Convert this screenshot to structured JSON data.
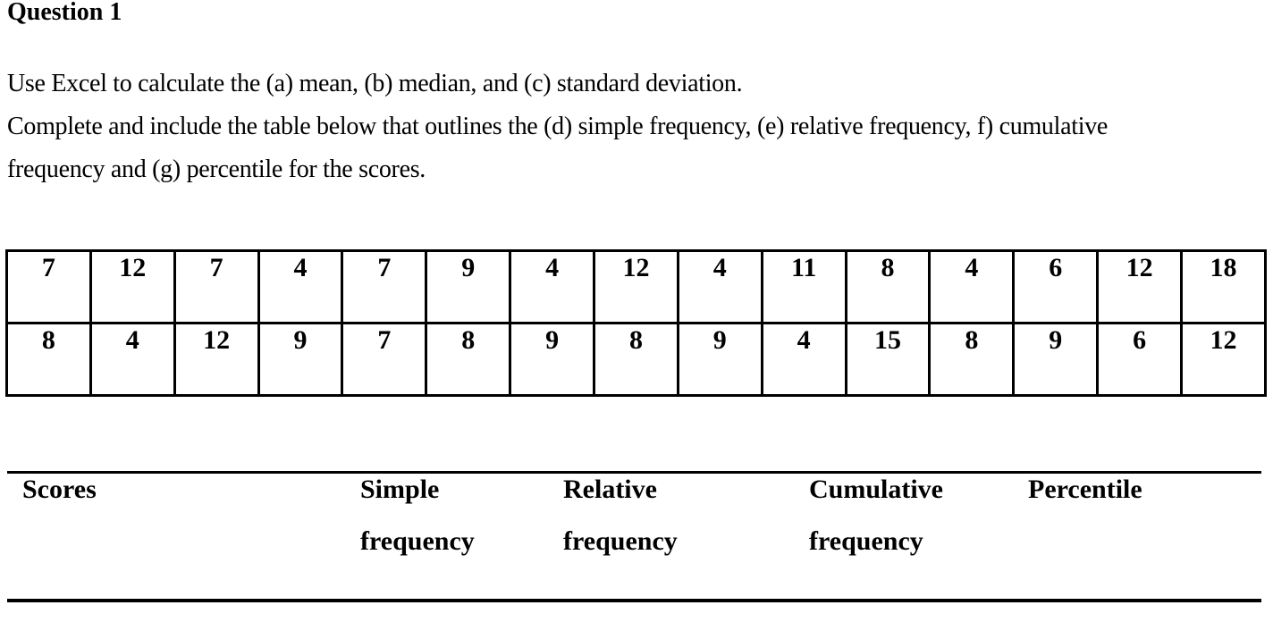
{
  "page": {
    "heading": "Question 1",
    "paragraph_lines": [
      "Use Excel to calculate the (a) mean, (b) median, and (c) standard deviation.",
      "Complete and include the table below that outlines the (d) simple frequency, (e) relative frequency, f) cumulative",
      "frequency and (g) percentile for the scores."
    ]
  },
  "scores_table": {
    "rows": [
      [
        "7",
        "12",
        "7",
        "4",
        "7",
        "9",
        "4",
        "12",
        "4",
        "11",
        "8",
        "4",
        "6",
        "12",
        "18"
      ],
      [
        "8",
        "4",
        "12",
        "9",
        "7",
        "8",
        "9",
        "8",
        "9",
        "4",
        "15",
        "8",
        "9",
        "6",
        "12"
      ]
    ]
  },
  "frequency_table": {
    "columns": [
      {
        "line1": "Scores",
        "line2": ""
      },
      {
        "line1": "Simple",
        "line2": "frequency"
      },
      {
        "line1": "Relative",
        "line2": "frequency"
      },
      {
        "line1": "Cumulative",
        "line2": "frequency"
      },
      {
        "line1": "Percentile",
        "line2": ""
      }
    ]
  },
  "colors": {
    "text": "#000000",
    "background": "#ffffff",
    "border": "#000000"
  }
}
